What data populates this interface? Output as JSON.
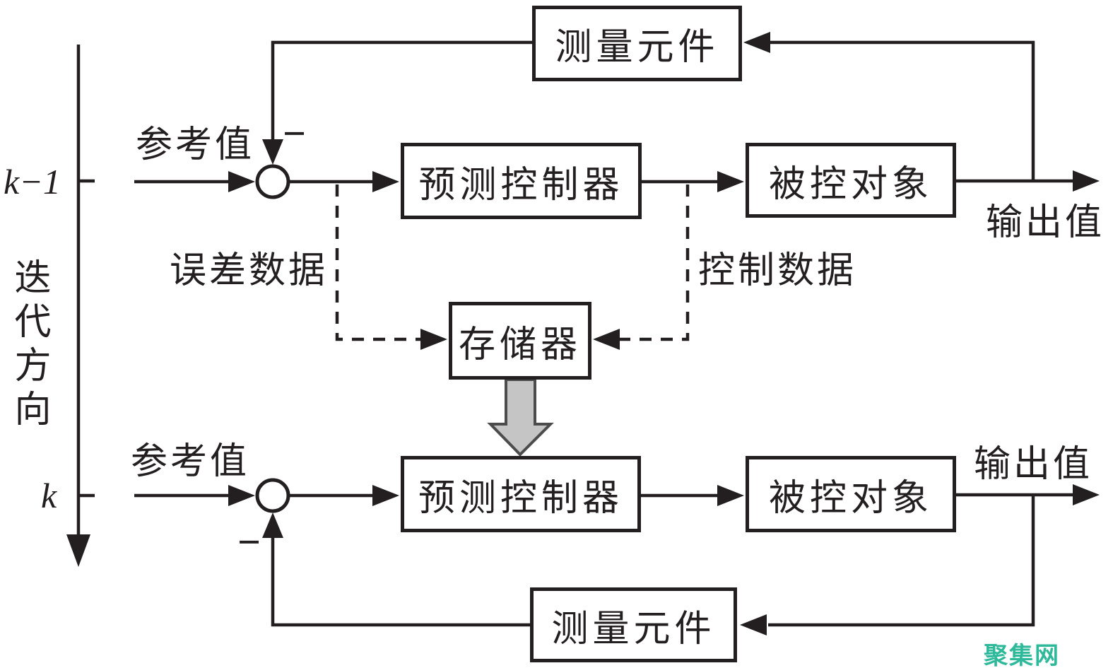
{
  "axis": {
    "top_tick": "k−1",
    "bottom_tick": "k",
    "direction": "迭代方向"
  },
  "labels": {
    "reference_top": "参考值",
    "reference_bottom": "参考值",
    "output_top": "输出值",
    "output_bottom": "输出值",
    "error_data": "误差数据",
    "control_data": "控制数据",
    "minus_top": "−",
    "minus_bottom": "−"
  },
  "boxes": {
    "sensor_top": "测量元件",
    "controller_top": "预测控制器",
    "plant_top": "被控对象",
    "memory": "存储器",
    "controller_bottom": "预测控制器",
    "plant_bottom": "被控对象",
    "sensor_bottom": "测量元件"
  },
  "watermark": {
    "text": "聚集网",
    "color": "#2fb99b"
  },
  "colors": {
    "line": "#231f20",
    "memory_arrow_fill": "#c5c5c5",
    "memory_arrow_stroke": "#4c4c4c"
  }
}
